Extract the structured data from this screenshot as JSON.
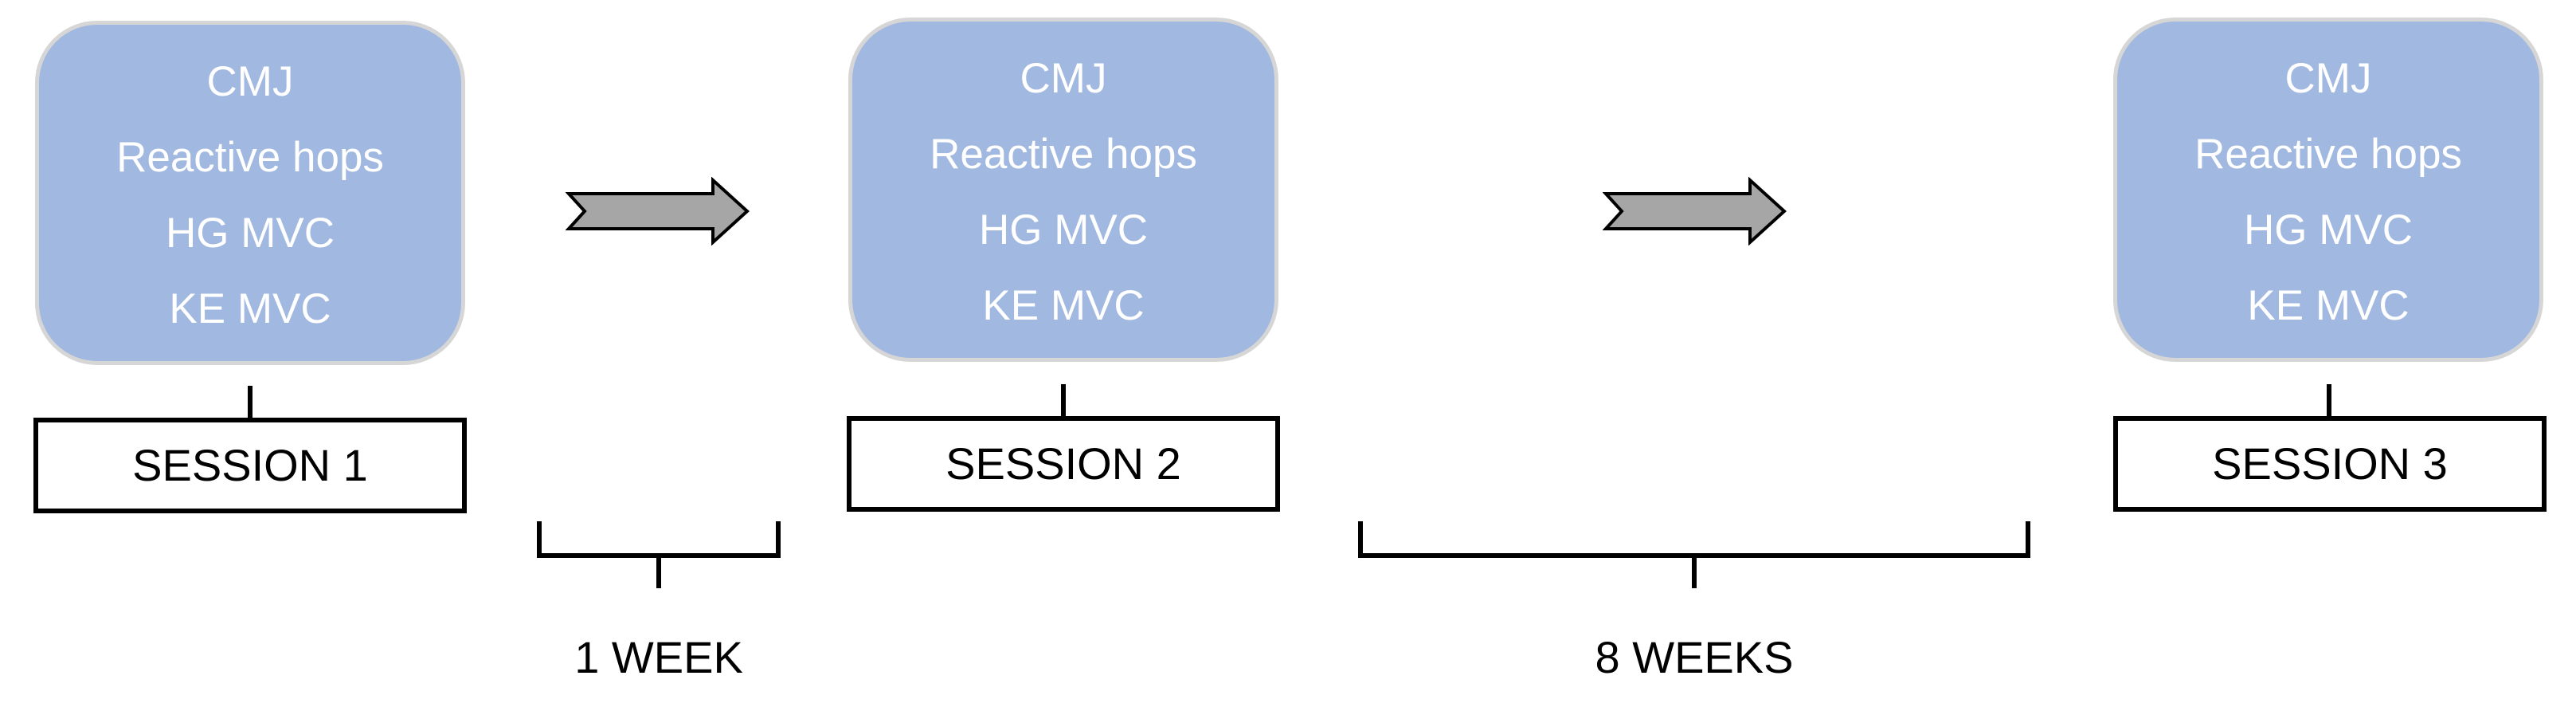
{
  "sessions": [
    {
      "label": "SESSION 1",
      "tests": [
        "CMJ",
        "Reactive hops",
        "HG MVC",
        "KE MVC"
      ]
    },
    {
      "label": "SESSION 2",
      "tests": [
        "CMJ",
        "Reactive hops",
        "HG MVC",
        "KE MVC"
      ]
    },
    {
      "label": "SESSION 3",
      "tests": [
        "CMJ",
        "Reactive hops",
        "HG MVC",
        "KE MVC"
      ]
    }
  ],
  "intervals": [
    {
      "label": "1 WEEK"
    },
    {
      "label": "8 WEEKS"
    }
  ],
  "colors": {
    "test_box_fill": "#a1b8e0",
    "test_box_border": "#d6d6d6",
    "test_text": "#ffffff",
    "arrow_fill": "#a6a6a6",
    "line": "#000000"
  }
}
